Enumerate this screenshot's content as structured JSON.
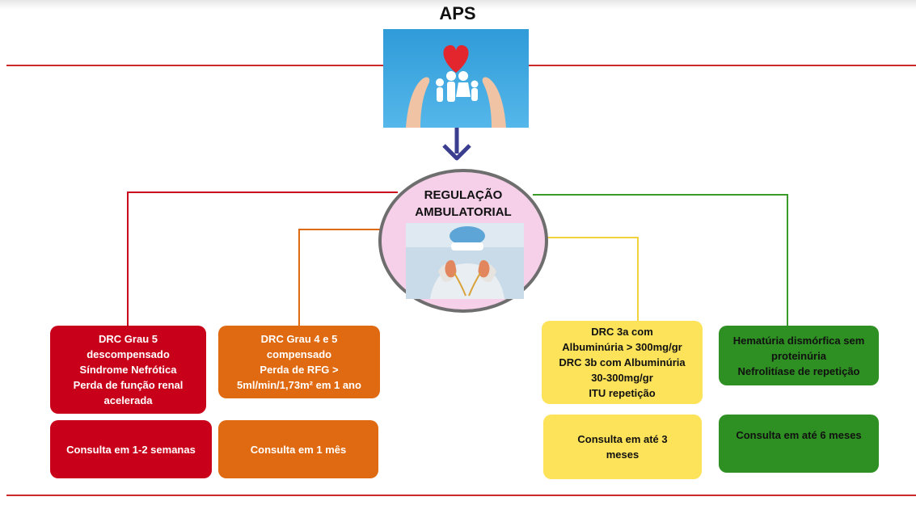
{
  "title": "APS",
  "center": {
    "lines": [
      "REGULAÇÃO",
      "AMBULATORIAL"
    ]
  },
  "colors": {
    "red": "#c8001a",
    "orange": "#e06a12",
    "yellow": "#fde35a",
    "green": "#2e8f22",
    "divider": "#cc2a2a",
    "arrow": "#3b3d8f"
  },
  "icons": {
    "aps": "family-heart-hands-icon",
    "regulacao": "kidney-doctor-icon"
  },
  "branches": [
    {
      "criteria": [
        "DRC Grau 5",
        "descompensado",
        "Síndrome Nefrótica",
        "Perda de função renal",
        "acelerada"
      ],
      "consulta": "Consulta em 1-2 semanas"
    },
    {
      "criteria": [
        "DRC Grau 4 e 5",
        "compensado",
        "Perda de RFG >",
        "5ml/min/1,73m² em 1 ano"
      ],
      "consulta": "Consulta em 1 mês"
    },
    {
      "criteria": [
        "DRC 3a com",
        "Albuminúria > 300mg/gr",
        "DRC 3b com Albuminúria",
        "30-300mg/gr",
        "ITU repetição"
      ],
      "consulta": [
        "Consulta em até 3",
        "meses"
      ]
    },
    {
      "criteria": [
        "Hematúria dismórfica sem",
        "proteinúria",
        "Nefrolitíase de repetição"
      ],
      "consulta": "Consulta em até 6 meses"
    }
  ]
}
